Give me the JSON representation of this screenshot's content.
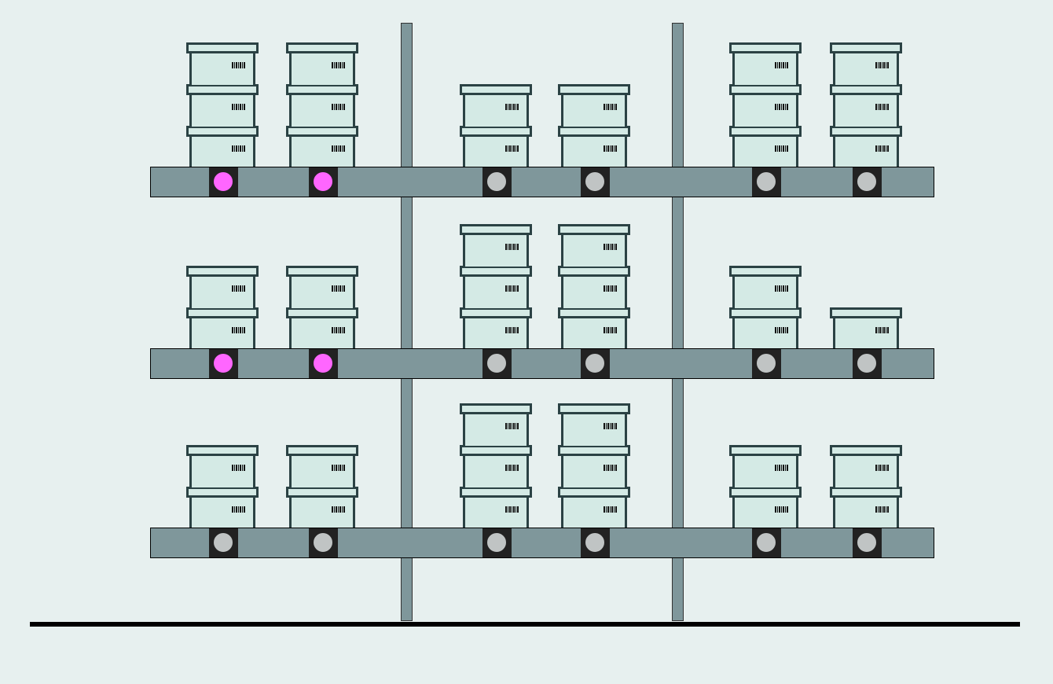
{
  "colors": {
    "active_indicator": "#ff66ff",
    "idle_indicator": "#c0c4c4"
  },
  "shelves": [
    {
      "name": "top",
      "slots": [
        {
          "boxes": 3,
          "indicator": "active"
        },
        {
          "boxes": 3,
          "indicator": "active"
        },
        {
          "boxes": 2,
          "indicator": "idle"
        },
        {
          "boxes": 2,
          "indicator": "idle"
        },
        {
          "boxes": 3,
          "indicator": "idle"
        },
        {
          "boxes": 3,
          "indicator": "idle"
        }
      ]
    },
    {
      "name": "middle",
      "slots": [
        {
          "boxes": 2,
          "indicator": "active"
        },
        {
          "boxes": 2,
          "indicator": "active"
        },
        {
          "boxes": 3,
          "indicator": "idle"
        },
        {
          "boxes": 3,
          "indicator": "idle"
        },
        {
          "boxes": 2,
          "indicator": "idle"
        },
        {
          "boxes": 1,
          "indicator": "idle"
        }
      ]
    },
    {
      "name": "bottom",
      "slots": [
        {
          "boxes": 2,
          "indicator": "idle"
        },
        {
          "boxes": 2,
          "indicator": "idle"
        },
        {
          "boxes": 3,
          "indicator": "idle"
        },
        {
          "boxes": 3,
          "indicator": "idle"
        },
        {
          "boxes": 2,
          "indicator": "idle"
        },
        {
          "boxes": 2,
          "indicator": "idle"
        }
      ]
    }
  ]
}
